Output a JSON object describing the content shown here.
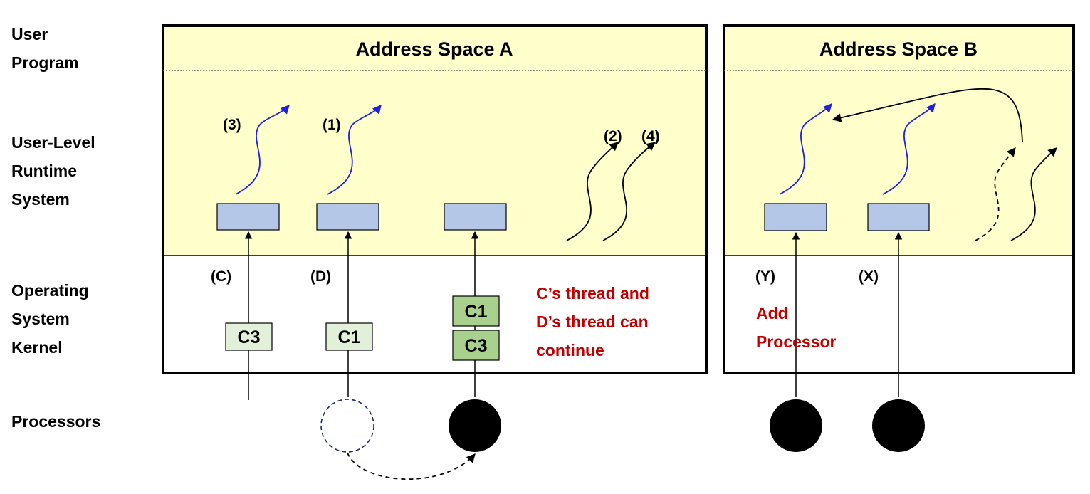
{
  "layers": {
    "user_program": [
      "User",
      "Program"
    ],
    "runtime": [
      "User-Level",
      "Runtime",
      "System"
    ],
    "kernel": [
      "Operating",
      "System",
      "Kernel"
    ],
    "processors": "Processors"
  },
  "space_a": {
    "title": "Address Space A",
    "thread_labels": [
      "(3)",
      "(1)",
      "(2)",
      "(4)"
    ],
    "kernel_labels": [
      "(C)",
      "(D)"
    ],
    "stack_1": "C3",
    "stack_2": "C1",
    "stack_3": [
      "C1",
      "C3"
    ],
    "note": [
      "C’s thread and",
      "D’s thread can",
      "continue"
    ]
  },
  "space_b": {
    "title": "Address Space B",
    "kernel_labels": [
      "(Y)",
      "(X)"
    ],
    "note": [
      "Add",
      "Processor"
    ]
  },
  "colors": {
    "space_fill": "#ffffcc",
    "activation_fill": "#b4c7e7",
    "stack_light": "#e2f0d9",
    "stack_green": "#a9d18e",
    "note_red": "#c00000",
    "blue_thread": "#1f1fe6"
  }
}
